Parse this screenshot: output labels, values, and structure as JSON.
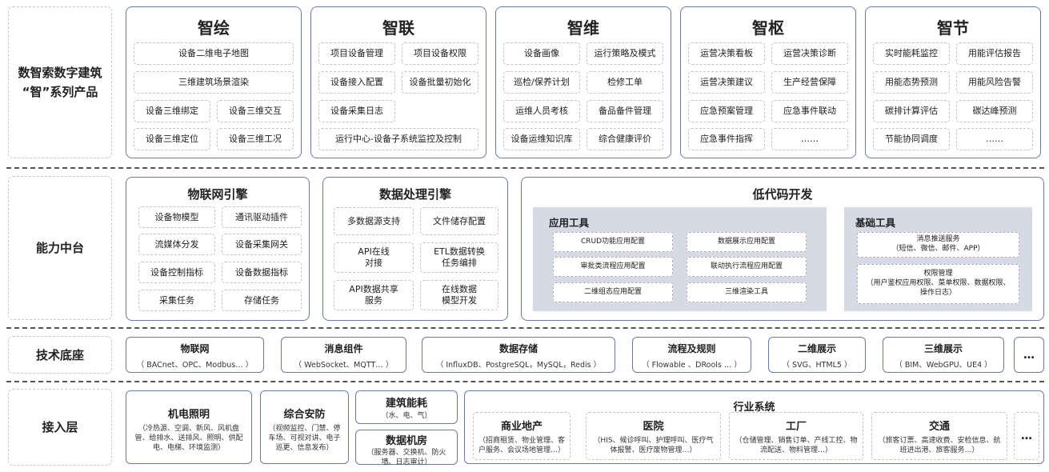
{
  "rows": {
    "products": "数智索数字建筑\n“智”系列产品",
    "capability": "能力中台",
    "tech": "技术底座",
    "access": "接入层"
  },
  "products": [
    {
      "title": "智绘",
      "wide1": "设备二维电子地图",
      "wide2": "三维建筑场景渲染",
      "grid": [
        "设备三维绑定",
        "设备三维交互",
        "设备三维定位",
        "设备三维工况"
      ]
    },
    {
      "title": "智联",
      "grid": [
        "项目设备管理",
        "项目设备权限",
        "设备接入配置",
        "设备批量初始化"
      ],
      "single": "设备采集日志",
      "wide": "运行中心-设备子系统监控及控制"
    },
    {
      "title": "智维",
      "grid": [
        "设备画像",
        "运行策略及模式",
        "巡检/保养计划",
        "检修工单",
        "运维人员考核",
        "备品备件管理",
        "设备运维知识库",
        "综合健康评价"
      ]
    },
    {
      "title": "智枢",
      "grid": [
        "运营决策看板",
        "运营决策诊断",
        "运营决策建议",
        "生产经营保障",
        "应急预案管理",
        "应急事件联动",
        "应急事件指挥",
        "……"
      ]
    },
    {
      "title": "智节",
      "grid": [
        "实时能耗监控",
        "用能评估报告",
        "用能态势预测",
        "用能风险告警",
        "碳排计算评估",
        "碳达峰预测",
        "节能协同调度",
        "……"
      ]
    }
  ],
  "capability": {
    "iot": {
      "title": "物联网引擎",
      "items": [
        "设备物模型",
        "通讯驱动插件",
        "流媒体分发",
        "设备采集网关",
        "设备控制指标",
        "设备数据指标",
        "采集任务",
        "存储任务"
      ]
    },
    "data": {
      "title": "数据处理引擎",
      "items": [
        "多数据源支持",
        "文件储存配置",
        "API在线\n对接",
        "ETL数据转换\n任务编排",
        "API数据共享\n服务",
        "在线数据\n模型开发"
      ]
    },
    "lowcode": {
      "title": "低代码开发",
      "app_title": "应用工具",
      "app_items": [
        "CRUD功能应用配置",
        "数据展示应用配置",
        "审批类流程应用配置",
        "联动执行流程应用配置",
        "二维组态应用配置",
        "三维渲染工具"
      ],
      "base_title": "基础工具",
      "base_items": [
        "消息推送服务\n（短信、微信、邮件、APP）",
        "权限管理\n（用户鉴权应用权限、菜单权限、数据权限、\n操作日志）"
      ]
    }
  },
  "tech": [
    {
      "title": "物联网",
      "sub": "（ BACnet、OPC、Modbus… ）"
    },
    {
      "title": "消息组件",
      "sub": "（ WebSocket、MQTT… ）"
    },
    {
      "title": "数据存储",
      "sub": "（ InfluxDB、PostgreSQL，MySQL，Redis ）"
    },
    {
      "title": "流程及规则",
      "sub": "（ Flowable 、DRools … ）"
    },
    {
      "title": "二维展示",
      "sub": "（ SVG、HTML5 ）"
    },
    {
      "title": "三维展示",
      "sub": "（ BIM、WebGPU、UE4 ）"
    },
    {
      "title": "…",
      "sub": ""
    }
  ],
  "access": {
    "mep": {
      "title": "机电照明",
      "sub": "（冷热源、空调、新风、风机盘管、给排水、送排风、照明、供配电、电梯、环境监测）"
    },
    "security": {
      "title": "综合安防",
      "sub": "（视频监控、门禁、停车场、可视对讲、电子巡更、信息发布）"
    },
    "energy": {
      "title": "建筑能耗",
      "sub": "（水、电、气）"
    },
    "datacenter": {
      "title": "数据机房",
      "sub": "（服务器、交换机、防火墙、日志审计）"
    },
    "industry": {
      "title": "行业系统",
      "items": [
        {
          "title": "商业地产",
          "sub": "（招商租赁、物业管理、客户服务、会议场地管理…）"
        },
        {
          "title": "医院",
          "sub": "（HIS、候诊呼叫、护理呼叫、医疗气体报警、医疗废物管理…）"
        },
        {
          "title": "工厂",
          "sub": "（仓储管理、销售订单、产线工控、物流配送、物料管理…）"
        },
        {
          "title": "交通",
          "sub": "（旅客订票、高速收费、安检信息、航班进出港、旅客服务…）"
        },
        {
          "title": "…",
          "sub": ""
        }
      ]
    }
  }
}
